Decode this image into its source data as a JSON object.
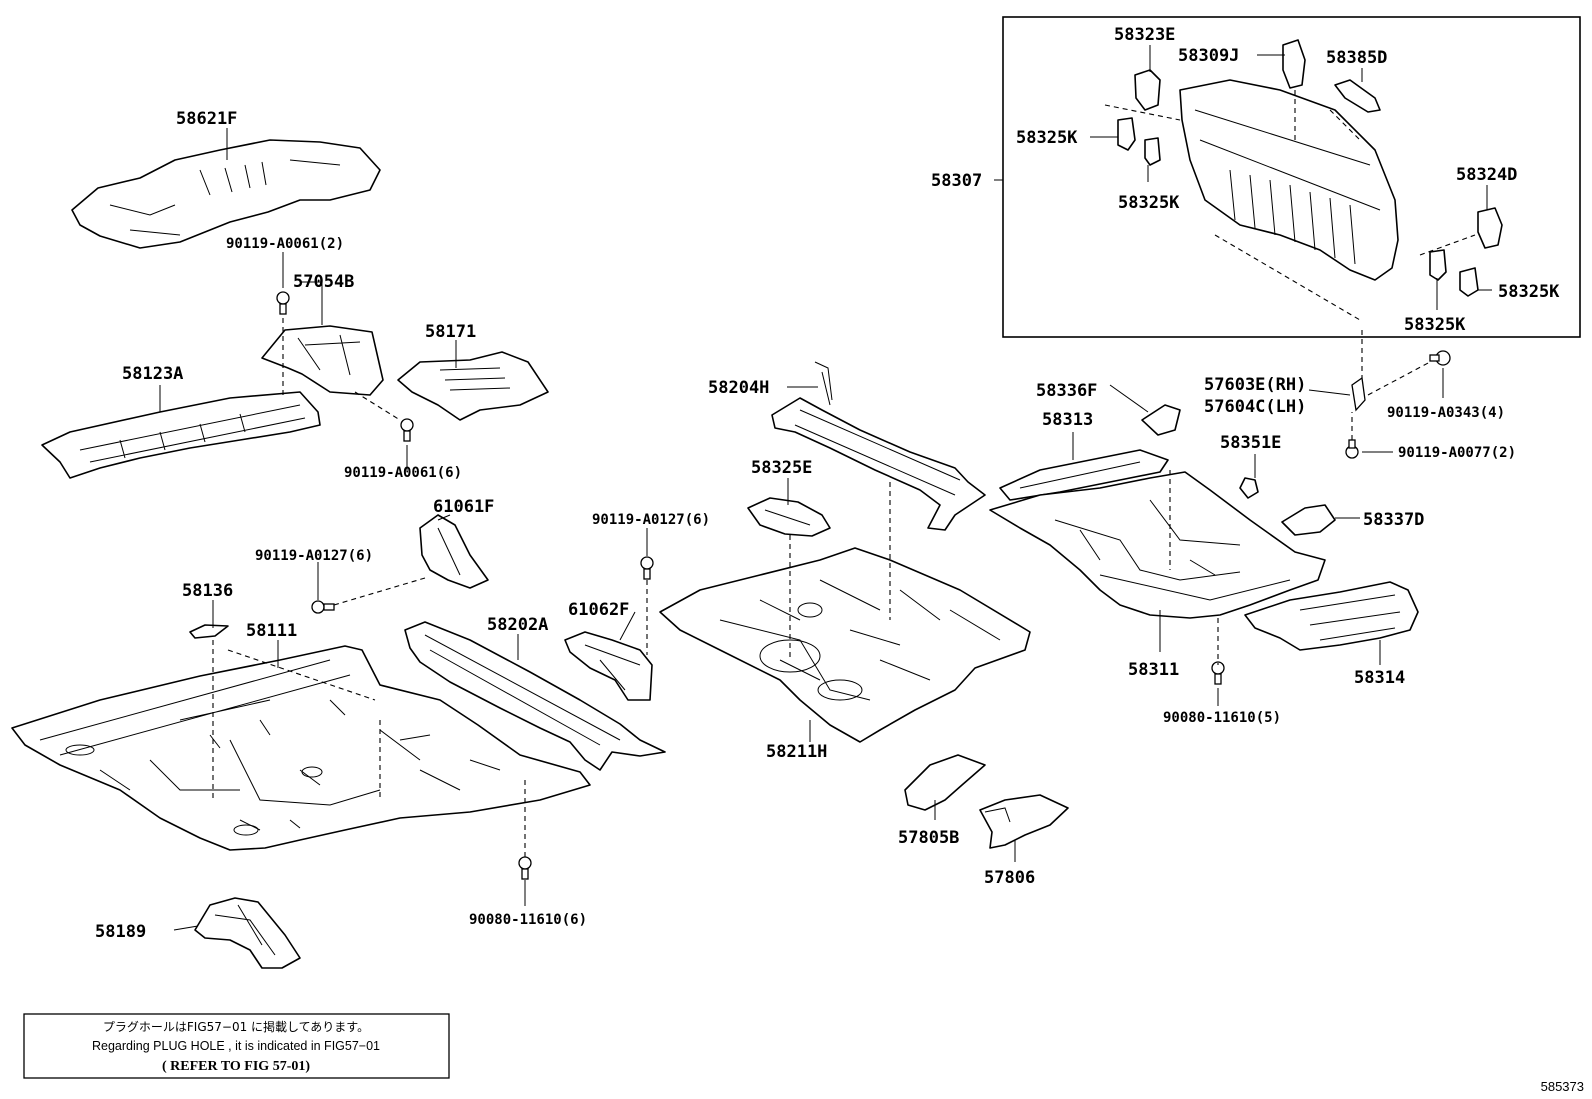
{
  "labels": {
    "p58621F": "58621F",
    "b90119_A0061_2": "90119-A0061(2)",
    "p57054B": "57054B",
    "p58171": "58171",
    "p58123A": "58123A",
    "b90119_A0061_6": "90119-A0061(6)",
    "p61061F": "61061F",
    "b90119_A0127_6a": "90119-A0127(6)",
    "b90119_A0127_6b": "90119-A0127(6)",
    "p58136": "58136",
    "p58111": "58111",
    "p58202A": "58202A",
    "p61062F": "61062F",
    "p58189": "58189",
    "b90080_11610_6": "90080-11610(6)",
    "p58204H": "58204H",
    "p58325E": "58325E",
    "p58211H": "58211H",
    "p57805B": "57805B",
    "p57806": "57806",
    "p58336F": "58336F",
    "p58313": "58313",
    "p58351E": "58351E",
    "p57603E": "57603E(RH)",
    "p57604C": "57604C(LH)",
    "b90119_A0343_4": "90119-A0343(4)",
    "b90119_A0077_2": "90119-A0077(2)",
    "p58337D": "58337D",
    "p58311": "58311",
    "p58314": "58314",
    "b90080_11610_5": "90080-11610(5)",
    "p58307": "58307",
    "p58323E": "58323E",
    "p58309J": "58309J",
    "p58385D": "58385D",
    "p58325K_a": "58325K",
    "p58325K_b": "58325K",
    "p58324D": "58324D",
    "p58325K_c": "58325K",
    "p58325K_d": "58325K"
  },
  "note": {
    "japanese": "プラグホールはFIG57−01 に掲載してあります。",
    "english": "Regarding  PLUG  HOLE , it  is  indicated  in  FIG57−01",
    "reference": "( REFER  TO  FIG  57-01)"
  },
  "figure_number": "585373",
  "icons": [
    "bolt-icon",
    "clip-icon"
  ]
}
